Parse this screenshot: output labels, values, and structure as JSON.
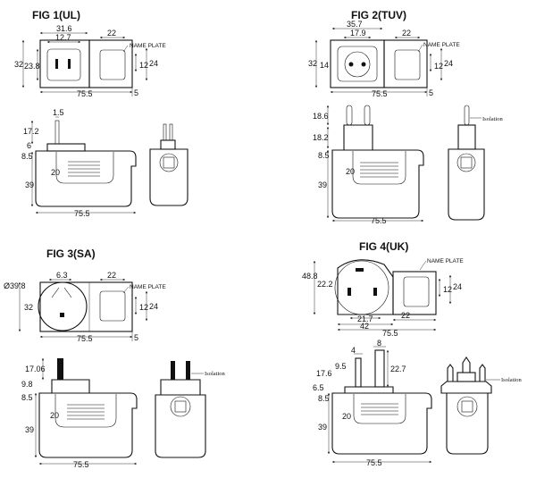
{
  "figures": [
    {
      "title": "FIG 1(UL)",
      "name_plate": "NAME PLATE",
      "top_dims": {
        "a": "31.6",
        "b": "12.7",
        "c": "22",
        "h1": "32",
        "h2": "23.8",
        "r1": "12",
        "r2": "24",
        "w": "75.5",
        "s": "5"
      },
      "side_dims": {
        "pin": "1.5",
        "p1": "17.2",
        "p2": "6",
        "p3": "8.5",
        "p4": "20",
        "p5": "39",
        "w": "75.5"
      }
    },
    {
      "title": "FIG 2(TUV)",
      "name_plate": "NAME PLATE",
      "isolation": "Isolation",
      "top_dims": {
        "a": "35.7",
        "b": "17.9",
        "c": "22",
        "h1": "32",
        "h2": "14",
        "r1": "12",
        "r2": "24",
        "w": "75.5",
        "s": "5"
      },
      "side_dims": {
        "p1": "18.6",
        "p2": "18.2",
        "p3": "8.5",
        "p4": "20",
        "p5": "39",
        "w": "75.5"
      }
    },
    {
      "title": "FIG 3(SA)",
      "name_plate": "NAME PLATE",
      "isolation": "Isolation",
      "top_dims": {
        "a": "6.3",
        "c": "22",
        "d": "Ø39.8",
        "h1": "32",
        "r1": "12",
        "r2": "24",
        "w": "75.5",
        "s": "5"
      },
      "side_dims": {
        "p1": "17.06",
        "p2": "9.8",
        "p3": "8.5",
        "p4": "20",
        "p5": "39",
        "w": "75.5"
      }
    },
    {
      "title": "FIG 4(UK)",
      "name_plate": "NAME PLATE",
      "isolation": "Isolation",
      "top_dims": {
        "h1": "48.8",
        "h2": "22.2",
        "a": "21.7",
        "b": "42",
        "c": "22",
        "r1": "12",
        "r2": "24",
        "w": "75.5"
      },
      "side_dims": {
        "q1": "4",
        "q2": "8",
        "q3": "22.7",
        "p1": "17.6",
        "p2": "9.5",
        "p3": "6.5",
        "p4": "8.5",
        "p5": "20",
        "p6": "39",
        "w": "75.5"
      }
    }
  ]
}
